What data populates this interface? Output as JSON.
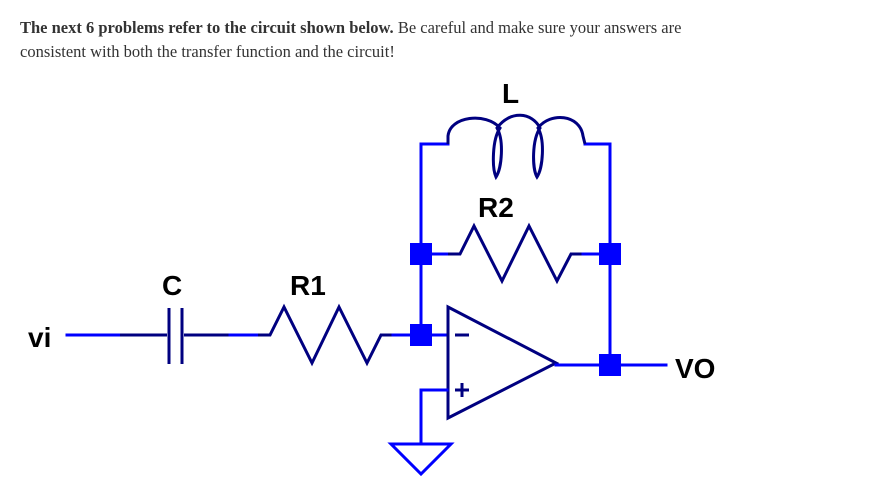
{
  "intro": {
    "bold_text": "The next 6 problems refer to the circuit shown below.",
    "normal_text": "  Be careful and make sure your answers are consistent with both the transfer function and the circuit!"
  },
  "circuit": {
    "labels": {
      "input": "vi",
      "output": "VO",
      "capacitor": "C",
      "resistor1": "R1",
      "resistor2": "R2",
      "inductor": "L"
    },
    "opamp": {
      "inverting_sign": "−",
      "noninverting_sign": "+"
    },
    "colors": {
      "wire": "#0000ff",
      "component": "#000080",
      "node": "#0000ff",
      "label": "#000000"
    }
  }
}
